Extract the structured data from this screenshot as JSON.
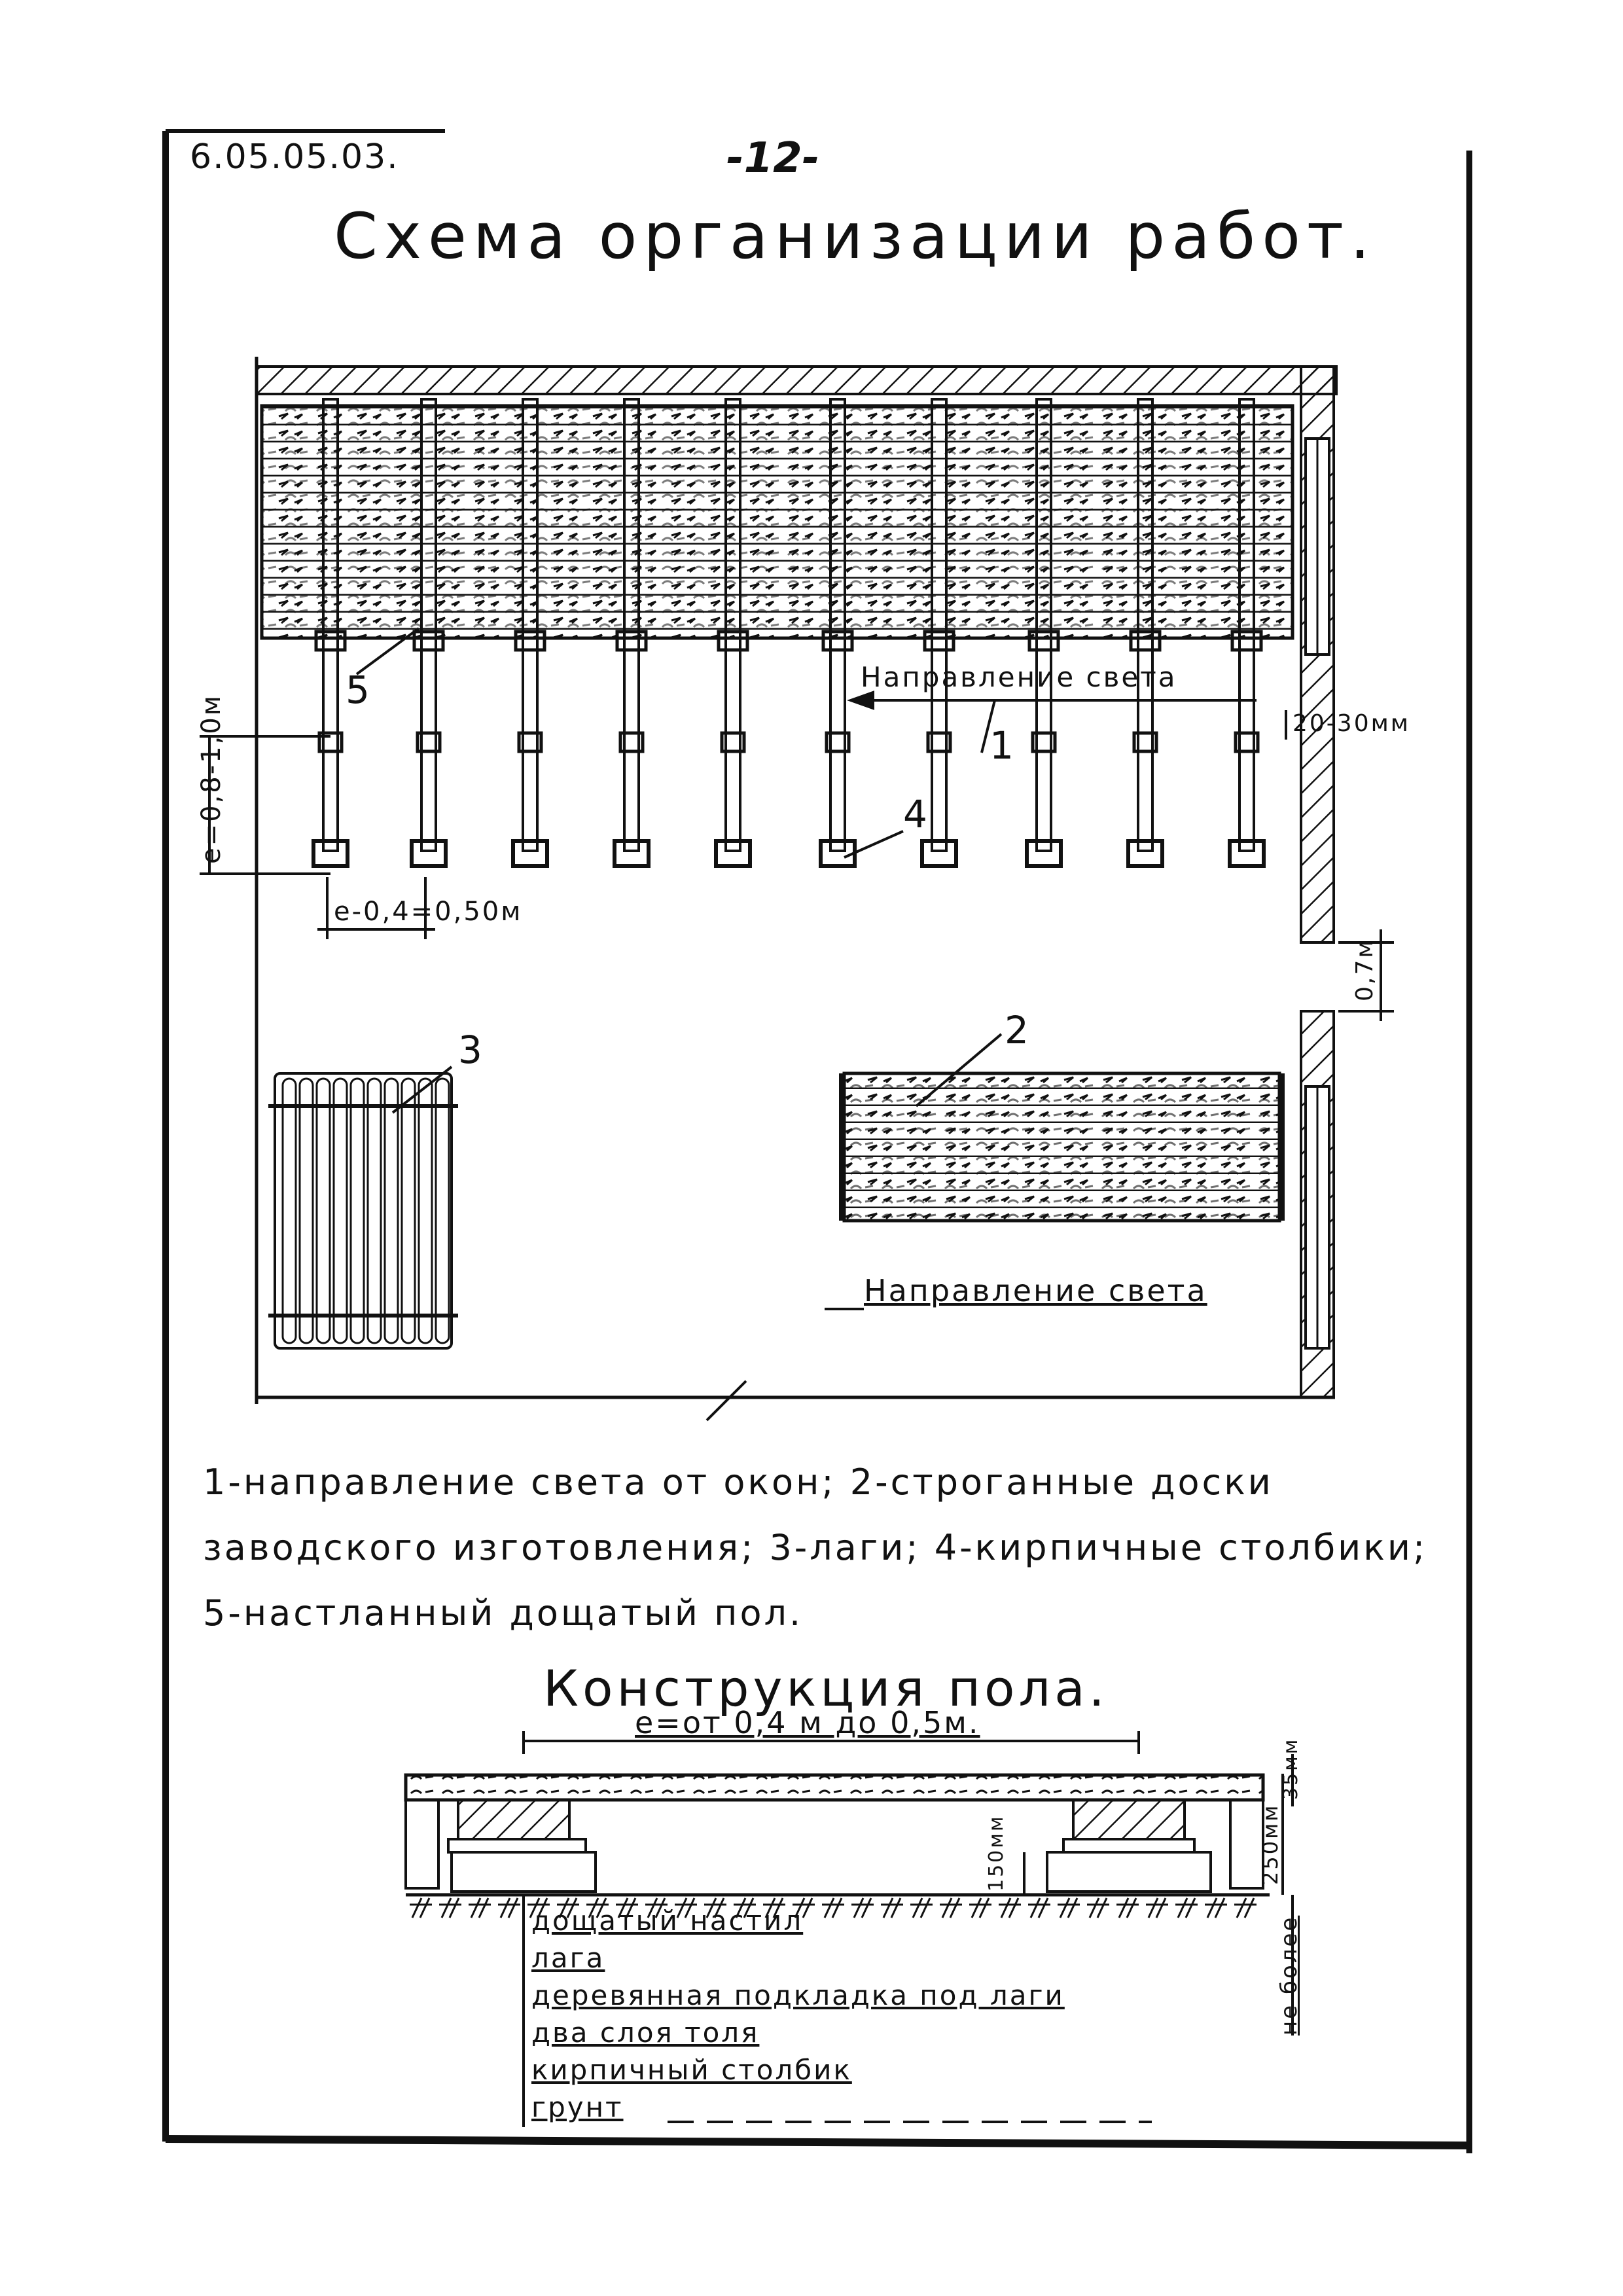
{
  "doc_code": "6.05.05.03.",
  "page_number": "-12-",
  "title": "Схема организации работ.",
  "plan": {
    "label_light_direction": "Направление света",
    "label_light_direction_bottom": "Направление света",
    "dim_log_spacing": "e-0,4=0,50м",
    "dim_post_spacing": "e=0,8-1,0м",
    "dim_wall_gap": "20-30мм",
    "dim_door": "0,7м",
    "callouts": [
      "1",
      "2",
      "3",
      "4",
      "5"
    ]
  },
  "legend": "1-направление света от окон; 2-строганные доски заводского изготовления; 3-лаги; 4-кирпичные столбики; 5-настланный дощатый пол.",
  "floor_section": {
    "title": "Конструкция пола.",
    "dim_span": "e=от 0,4 м до 0,5м.",
    "dim_board": "35мм",
    "dim_height": "250мм",
    "dim_post": "150мм",
    "dim_side": "не более",
    "layers": [
      "дощатый настил",
      "лага",
      "деревянная подкладка под лаги",
      "два слоя толя",
      "кирпичный столбик",
      "грунт"
    ]
  }
}
